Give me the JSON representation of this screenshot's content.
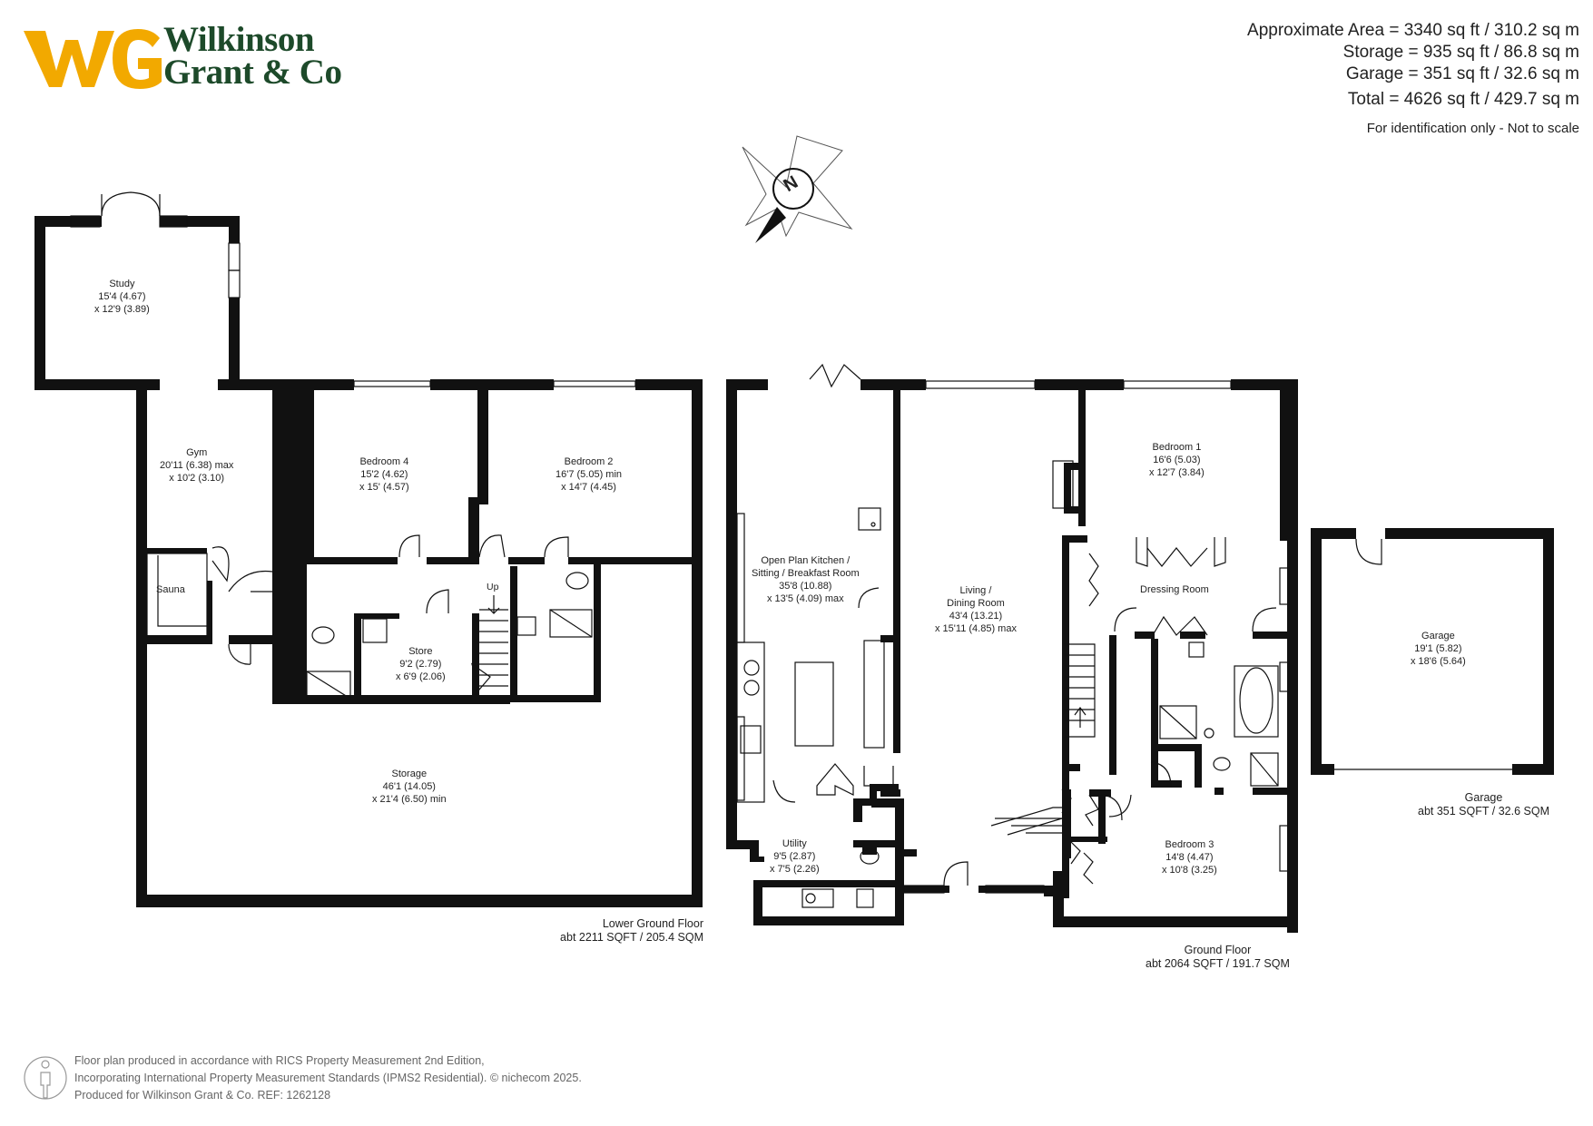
{
  "brand": {
    "initials": "WG",
    "name_line1": "Wilkinson",
    "name_line2": "Grant & Co",
    "colors": {
      "gold": "#F2A900",
      "green": "#1D4A2A"
    }
  },
  "areas": {
    "approximate": "Approximate Area = 3340 sq ft / 310.2 sq m",
    "storage": "Storage = 935 sq ft / 86.8 sq m",
    "garage": "Garage = 351 sq ft / 32.6 sq m",
    "total": "Total = 4626 sq ft / 429.7 sq m",
    "note": "For identification only - Not to scale"
  },
  "compass": {
    "letter": "N",
    "icon": "north-arrow-icon"
  },
  "rooms": {
    "study": [
      "Study",
      "15'4 (4.67)",
      "x 12'9 (3.89)"
    ],
    "gym": [
      "Gym",
      "20'11 (6.38) max",
      "x 10'2 (3.10)"
    ],
    "sauna": [
      "Sauna"
    ],
    "bedroom4": [
      "Bedroom 4",
      "15'2 (4.62)",
      "x 15' (4.57)"
    ],
    "bedroom2": [
      "Bedroom 2",
      "16'7 (5.05) min",
      "x 14'7 (4.45)"
    ],
    "store": [
      "Store",
      "9'2 (2.79)",
      "x 6'9 (2.06)"
    ],
    "up": [
      "Up"
    ],
    "storage": [
      "Storage",
      "46'1 (14.05)",
      "x 21'4 (6.50) min"
    ],
    "kitchen": [
      "Open Plan Kitchen /",
      "Sitting / Breakfast Room",
      "35'8 (10.88)",
      "x 13'5 (4.09) max"
    ],
    "utility": [
      "Utility",
      "9'5 (2.87)",
      "x 7'5 (2.26)"
    ],
    "living": [
      "Living /",
      "Dining Room",
      "43'4 (13.21)",
      "x 15'11 (4.85) max"
    ],
    "bedroom1": [
      "Bedroom 1",
      "16'6 (5.03)",
      "x 12'7 (3.84)"
    ],
    "dressing": [
      "Dressing Room"
    ],
    "bedroom3": [
      "Bedroom 3",
      "14'8 (4.47)",
      "x 10'8 (3.25)"
    ],
    "garage_room": [
      "Garage",
      "19'1 (5.82)",
      "x 18'6 (5.64)"
    ]
  },
  "floors": {
    "lower": [
      "Lower Ground Floor",
      "abt 2211 SQFT / 205.4 SQM"
    ],
    "ground": [
      "Ground Floor",
      "abt 2064 SQFT / 191.7 SQM"
    ],
    "garage": [
      "Garage",
      "abt 351 SQFT / 32.6 SQM"
    ]
  },
  "footer": {
    "line1": "Floor plan produced in accordance with RICS Property Measurement 2nd Edition,",
    "line2": "Incorporating International Property Measurement Standards (IPMS2 Residential).  © nichecom  2025.",
    "line3": "Produced for Wilkinson Grant & Co.  REF:  1262128",
    "icon": "person-icon"
  }
}
